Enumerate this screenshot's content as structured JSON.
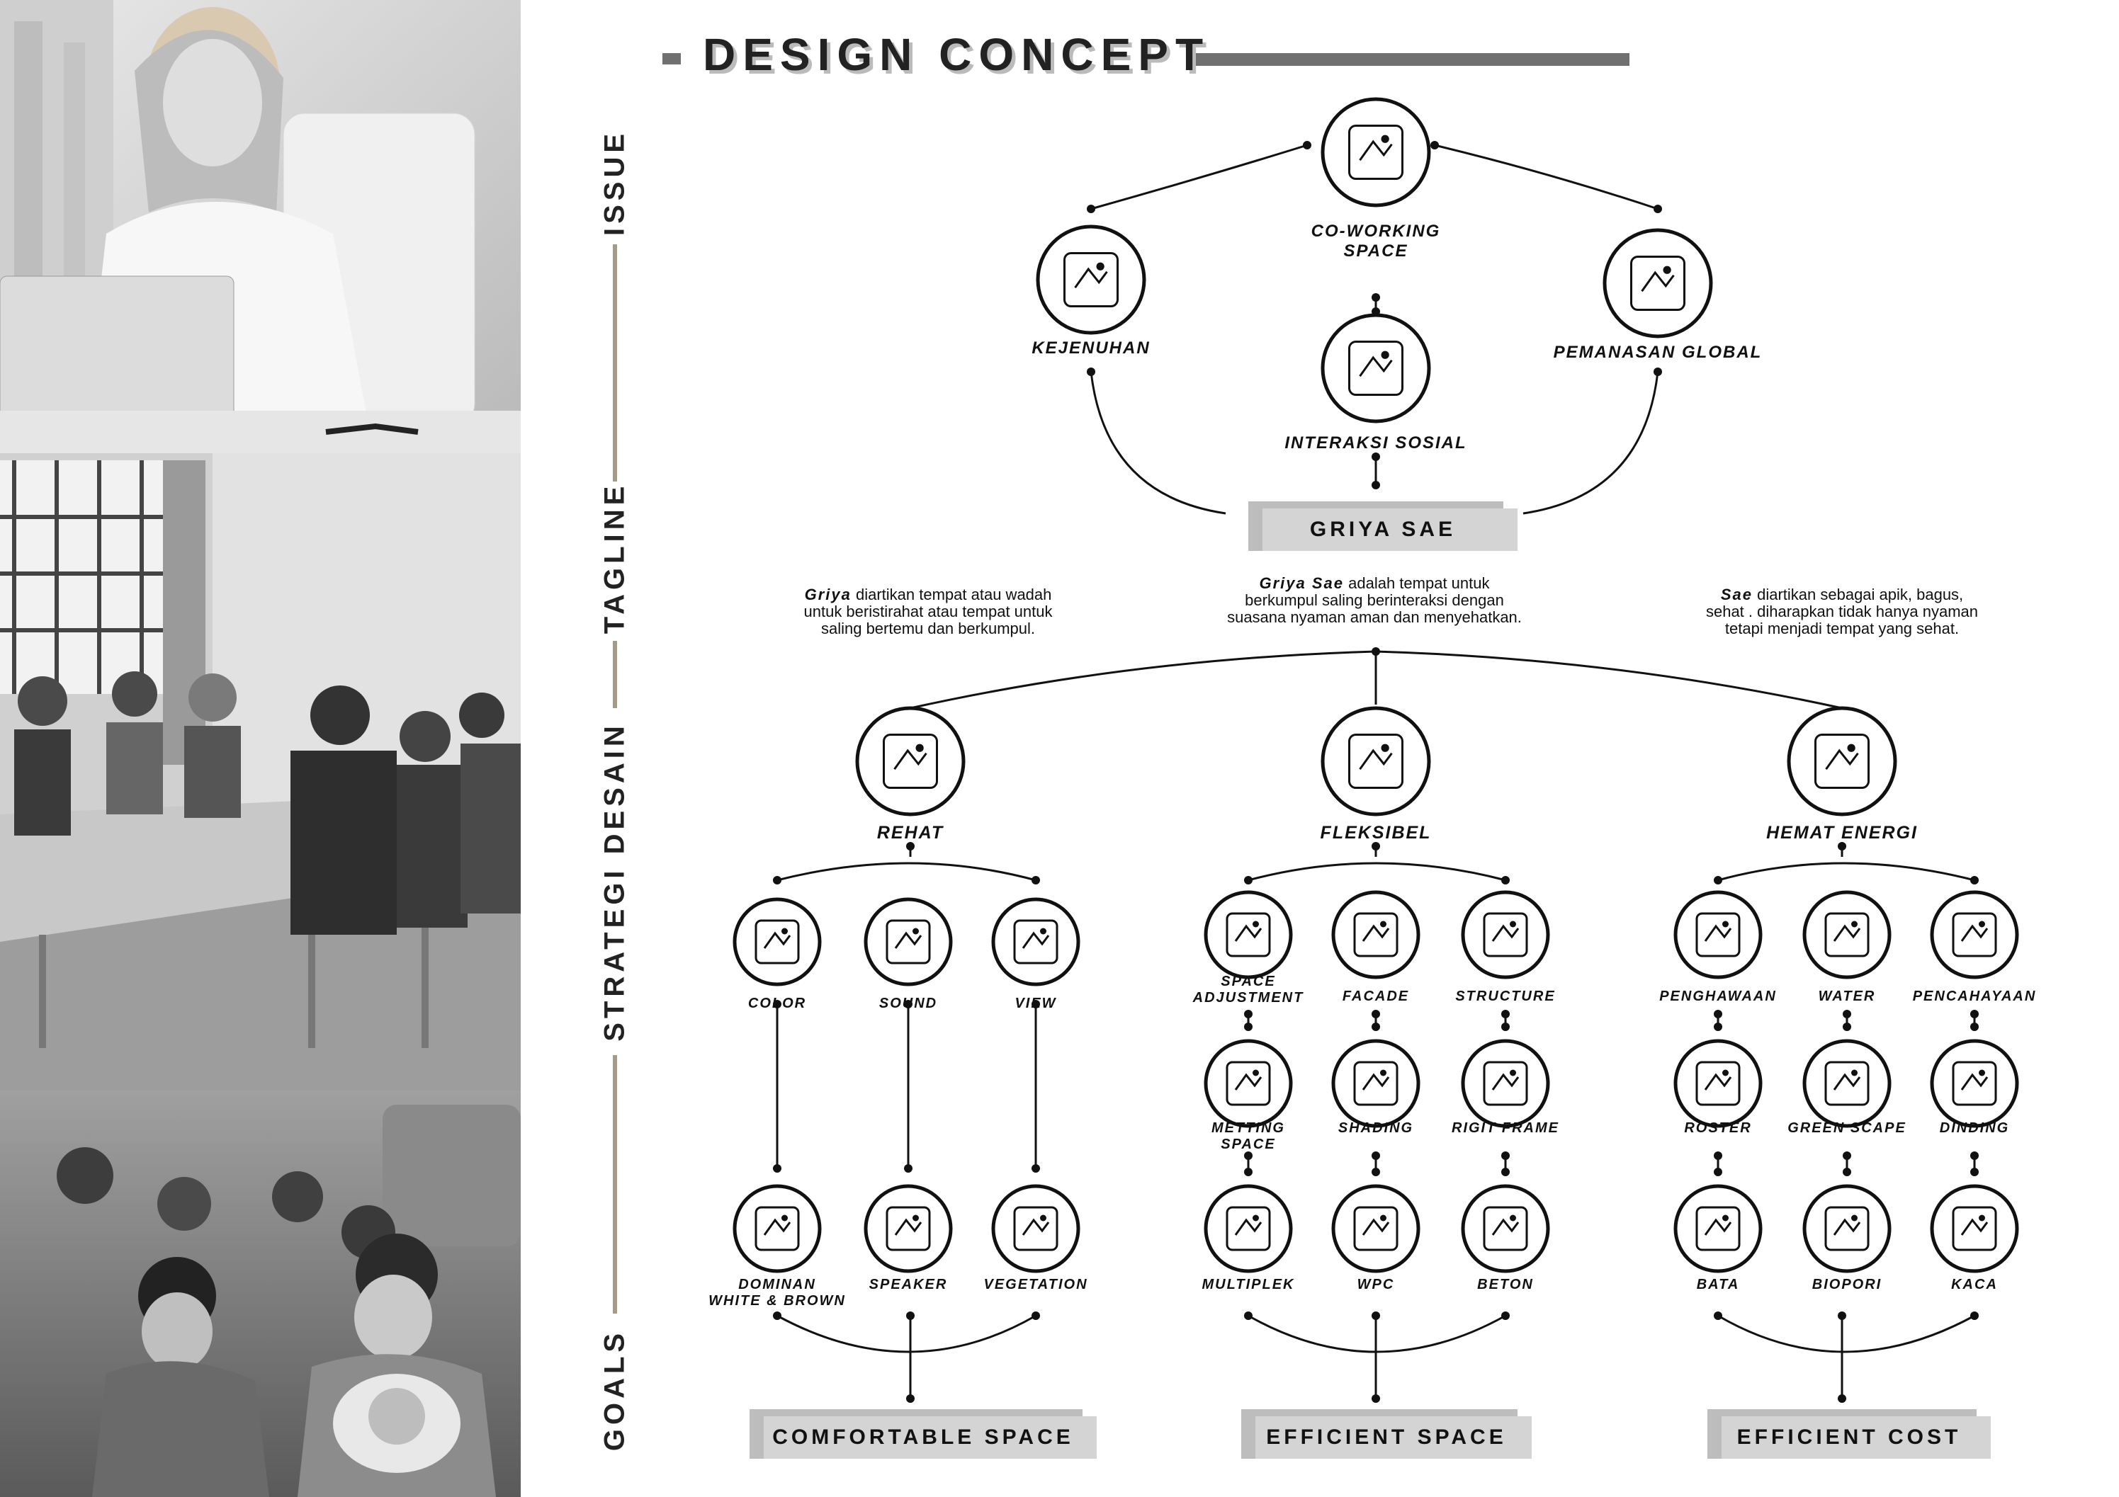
{
  "title": "DESIGN CONCEPT",
  "side_labels": {
    "issue": "ISSUE",
    "tagline": "TAGLINE",
    "strategi": "STRATEGI DESAIN",
    "goals": "GOALS"
  },
  "issue": {
    "center": "CO-WORKING\nSPACE",
    "left": "KEJENUHAN",
    "right": "PEMANASAN GLOBAL",
    "middle": "INTERAKSI SOSIAL",
    "tagline": "GRIYA SAE"
  },
  "paragraphs": {
    "left": {
      "bold": "Griya",
      "text": " diartikan tempat atau wadah\nuntuk beristirahat atau tempat untuk\nsaling bertemu dan berkumpul."
    },
    "center": {
      "bold": "Griya Sae",
      "text": "  adalah tempat untuk\nberkumpul saling berinteraksi dengan\nsuasana nyaman aman dan menyehatkan."
    },
    "right": {
      "bold": "Sae",
      "text": " diartikan sebagai apik, bagus,\nsehat . diharapkan tidak hanya nyaman\ntetapi menjadi tempat yang sehat."
    }
  },
  "strategies": [
    {
      "name": "REHAT",
      "icon": "relax-icon",
      "items": [
        {
          "label": "COLOR",
          "icon": "paint-roller-icon"
        },
        {
          "label": "SOUND",
          "icon": "music-note-icon"
        },
        {
          "label": "VIEW",
          "icon": "eye-icon"
        }
      ],
      "mid": [],
      "bottom": [
        {
          "label": "DOMINAN\nWHITE & BROWN",
          "icon": "color-swatch-icon"
        },
        {
          "label": "SPEAKER",
          "icon": "speaker-icon"
        },
        {
          "label": "VEGETATION",
          "icon": "leaf-icon"
        }
      ],
      "goal": "COMFORTABLE SPACE"
    },
    {
      "name": "FLEKSIBEL",
      "icon": "gear-clock-icon",
      "items": [
        {
          "label": "SPACE\nADJUSTMENT",
          "icon": "space-adjust-icon"
        },
        {
          "label": "FACADE",
          "icon": "building-facade-icon"
        },
        {
          "label": "STRUCTURE",
          "icon": "structure-icon"
        }
      ],
      "mid": [
        {
          "label": "METTING\nSPACE",
          "icon": "meeting-icon"
        },
        {
          "label": "SHADING",
          "icon": "shading-icon"
        },
        {
          "label": "RIGIT FRAME",
          "icon": "frame-icon"
        }
      ],
      "bottom": [
        {
          "label": "MULTIPLEK",
          "icon": "plywood-icon"
        },
        {
          "label": "WPC",
          "icon": "wpc-panel-icon"
        },
        {
          "label": "BETON",
          "icon": "concrete-icon"
        }
      ],
      "goal": "EFFICIENT SPACE"
    },
    {
      "name": "HEMAT ENERGI",
      "icon": "bulb-leaf-icon",
      "items": [
        {
          "label": "PENGHAWAAN",
          "icon": "ventilation-icon"
        },
        {
          "label": "WATER",
          "icon": "fountain-icon"
        },
        {
          "label": "PENCAHAYAAN",
          "icon": "lighting-icon"
        }
      ],
      "mid": [
        {
          "label": "ROSTER",
          "icon": "roster-icon"
        },
        {
          "label": "GREEN SCAPE",
          "icon": "sprinkler-icon"
        },
        {
          "label": "DINDING",
          "icon": "brick-wall-icon"
        }
      ],
      "bottom": [
        {
          "label": "BATA",
          "icon": "brick-icon"
        },
        {
          "label": "BIOPORI",
          "icon": "biopore-icon"
        },
        {
          "label": "KACA",
          "icon": "glass-icon"
        }
      ],
      "goal": "EFFICIENT COST"
    }
  ],
  "colors": {
    "accent_bar": "#707070",
    "divider": "#a89a88",
    "tag_bg": "#d4d4d4",
    "tag_shadow": "#bdbdbd"
  },
  "photos": [
    "woman-at-laptop-photo",
    "meeting-table-photo",
    "traffic-pollution-photo"
  ]
}
